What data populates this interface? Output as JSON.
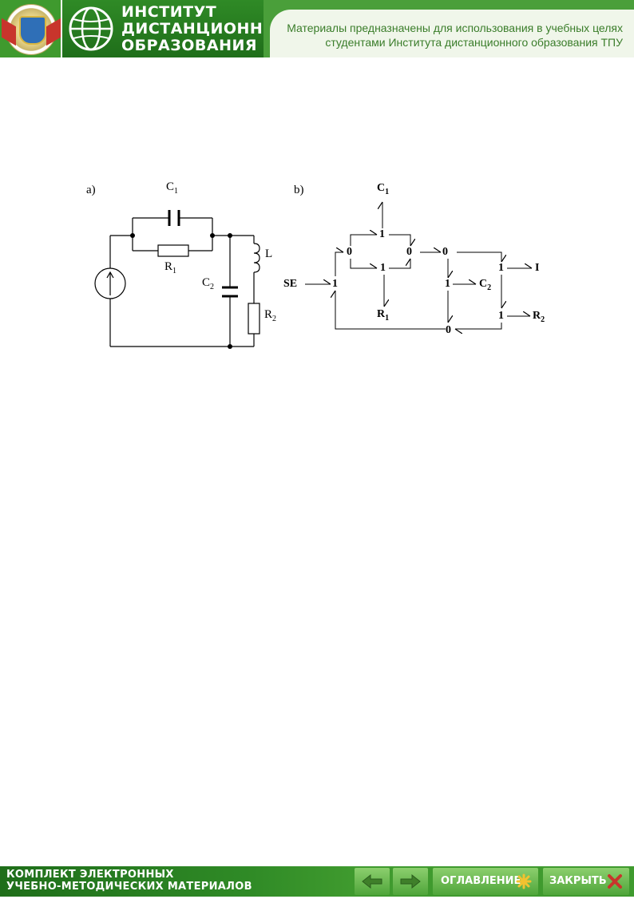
{
  "header": {
    "title_line1": "ИНСТИТУТ",
    "title_line2": "ДИСТАНЦИОННОГО",
    "title_line3": "ОБРАЗОВАНИЯ",
    "notice_line1": "Материалы предназначены для использования в учебных целях",
    "notice_line2": "студентами Института дистанционного образования ТПУ"
  },
  "figure": {
    "panel_a_label": "a)",
    "panel_b_label": "b)",
    "circuit": {
      "c1": "C",
      "c1_sub": "1",
      "r1": "R",
      "r1_sub": "1",
      "c2": "C",
      "c2_sub": "2",
      "l": "L",
      "r2": "R",
      "r2_sub": "2"
    },
    "bond_graph": {
      "c1": "C",
      "c1_sub": "1",
      "se": "SE",
      "r1": "R",
      "r1_sub": "1",
      "c2": "C",
      "c2_sub": "2",
      "i": "I",
      "r2": "R",
      "r2_sub": "2",
      "j_top": "1",
      "j_left0": "0",
      "j_mid0": "0",
      "j_mid1": "1",
      "j_se1": "1",
      "j_right0": "0",
      "j_c2_1": "1",
      "j_i1": "1",
      "j_r2_1": "1",
      "j_bottom0": "0"
    }
  },
  "footer": {
    "title_line1": "КОМПЛЕКТ ЭЛЕКТРОННЫХ",
    "title_line2": "УЧЕБНО-МЕТОДИЧЕСКИХ МАТЕРИАЛОВ",
    "contents_label": "ОГЛАВЛЕНИЕ",
    "close_label": "ЗАКРЫТЬ"
  },
  "colors": {
    "brand_green": "#3f9a2e",
    "dark_green": "#1f6e1a",
    "notice_text": "#3a7d2a",
    "close_x": "#c8352c",
    "star": "#f2c230"
  }
}
